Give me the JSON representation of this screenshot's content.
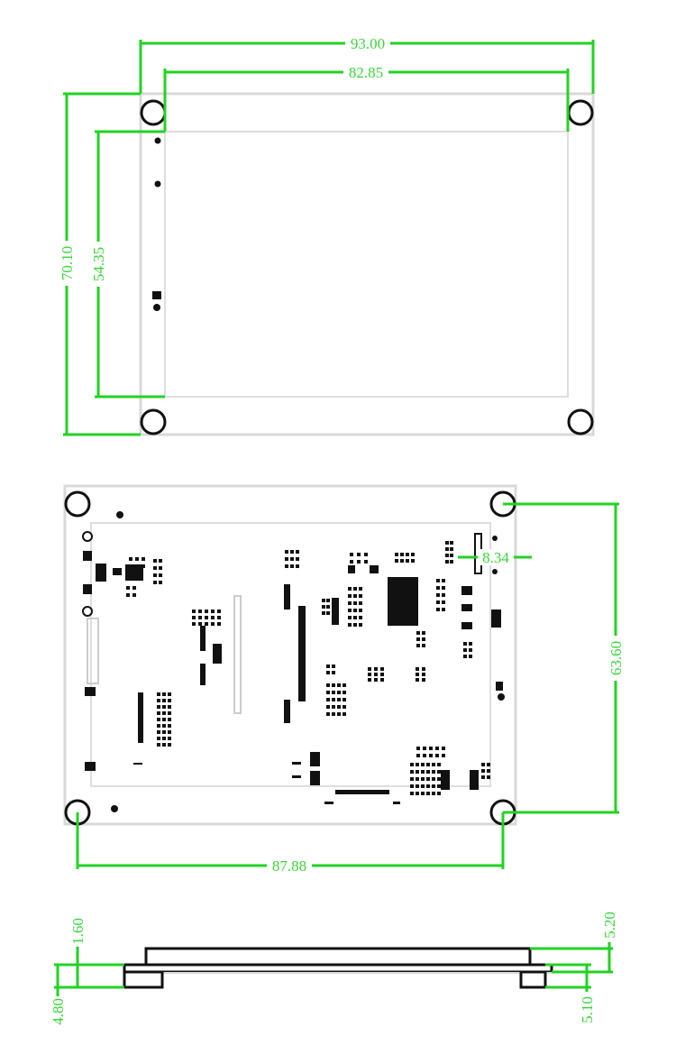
{
  "views": {
    "top": {
      "dimensions": {
        "overall_width": "93.00",
        "hole_spacing_width": "82.85",
        "overall_height": "70.10",
        "display_height": "54.35"
      }
    },
    "bottom": {
      "dimensions": {
        "connector_offset": "8.34",
        "hole_spacing_height": "63.60",
        "hole_spacing_width": "87.88"
      }
    },
    "side": {
      "dimensions": {
        "pcb_thickness": "1.60",
        "left_height": "4.80",
        "top_height": "5.20",
        "right_height": "5.10"
      }
    }
  },
  "colors": {
    "dimension": "#22d322",
    "outline": "#d8d8d8",
    "component": "#111111"
  }
}
